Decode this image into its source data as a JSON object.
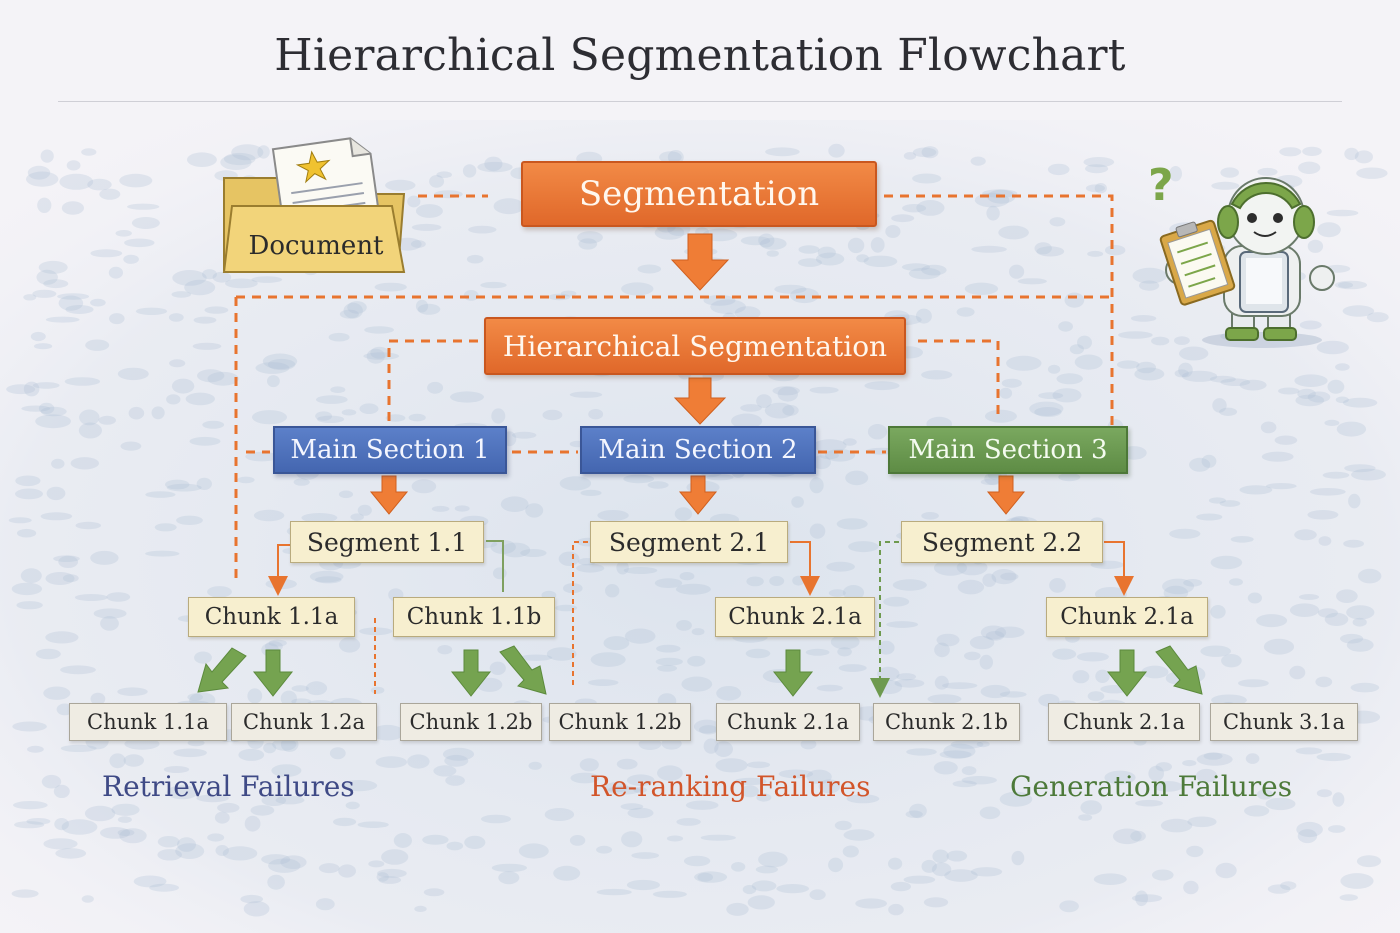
{
  "title": "Hierarchical Segmentation Flowchart",
  "nodes": {
    "document": "Document",
    "segmentation": "Segmentation",
    "hierarchical": "Hierarchical Segmentation",
    "main1": "Main Section 1",
    "main2": "Main Section 2",
    "main3": "Main Section 3",
    "seg11": "Segment 1.1",
    "seg21": "Segment 2.1",
    "seg22": "Segment 2.2",
    "chunk_mid_1": "Chunk 1.1a",
    "chunk_mid_2": "Chunk 1.1b",
    "chunk_mid_3": "Chunk 2.1a",
    "chunk_mid_4": "Chunk 2.1a",
    "chunk_bot_1": "Chunk 1.1a",
    "chunk_bot_2": "Chunk 1.2a",
    "chunk_bot_3": "Chunk 1.2b",
    "chunk_bot_4": "Chunk 1.2b",
    "chunk_bot_5": "Chunk 2.1a",
    "chunk_bot_6": "Chunk 2.1b",
    "chunk_bot_7": "Chunk 2.1a",
    "chunk_bot_8": "Chunk 3.1a"
  },
  "categories": {
    "retrieval": "Retrieval Failures",
    "reranking": "Re-ranking Failures",
    "generation": "Generation Failures"
  },
  "colors": {
    "orange": "#e8742f",
    "blue": "#4a6bb5",
    "green": "#66944c",
    "retrieval_text": "#3f4a86",
    "reranking_text": "#d2552a",
    "generation_text": "#4d7a3a"
  },
  "icons": {
    "document": "folder-document-icon",
    "assistant": "robot-assistant-icon"
  }
}
